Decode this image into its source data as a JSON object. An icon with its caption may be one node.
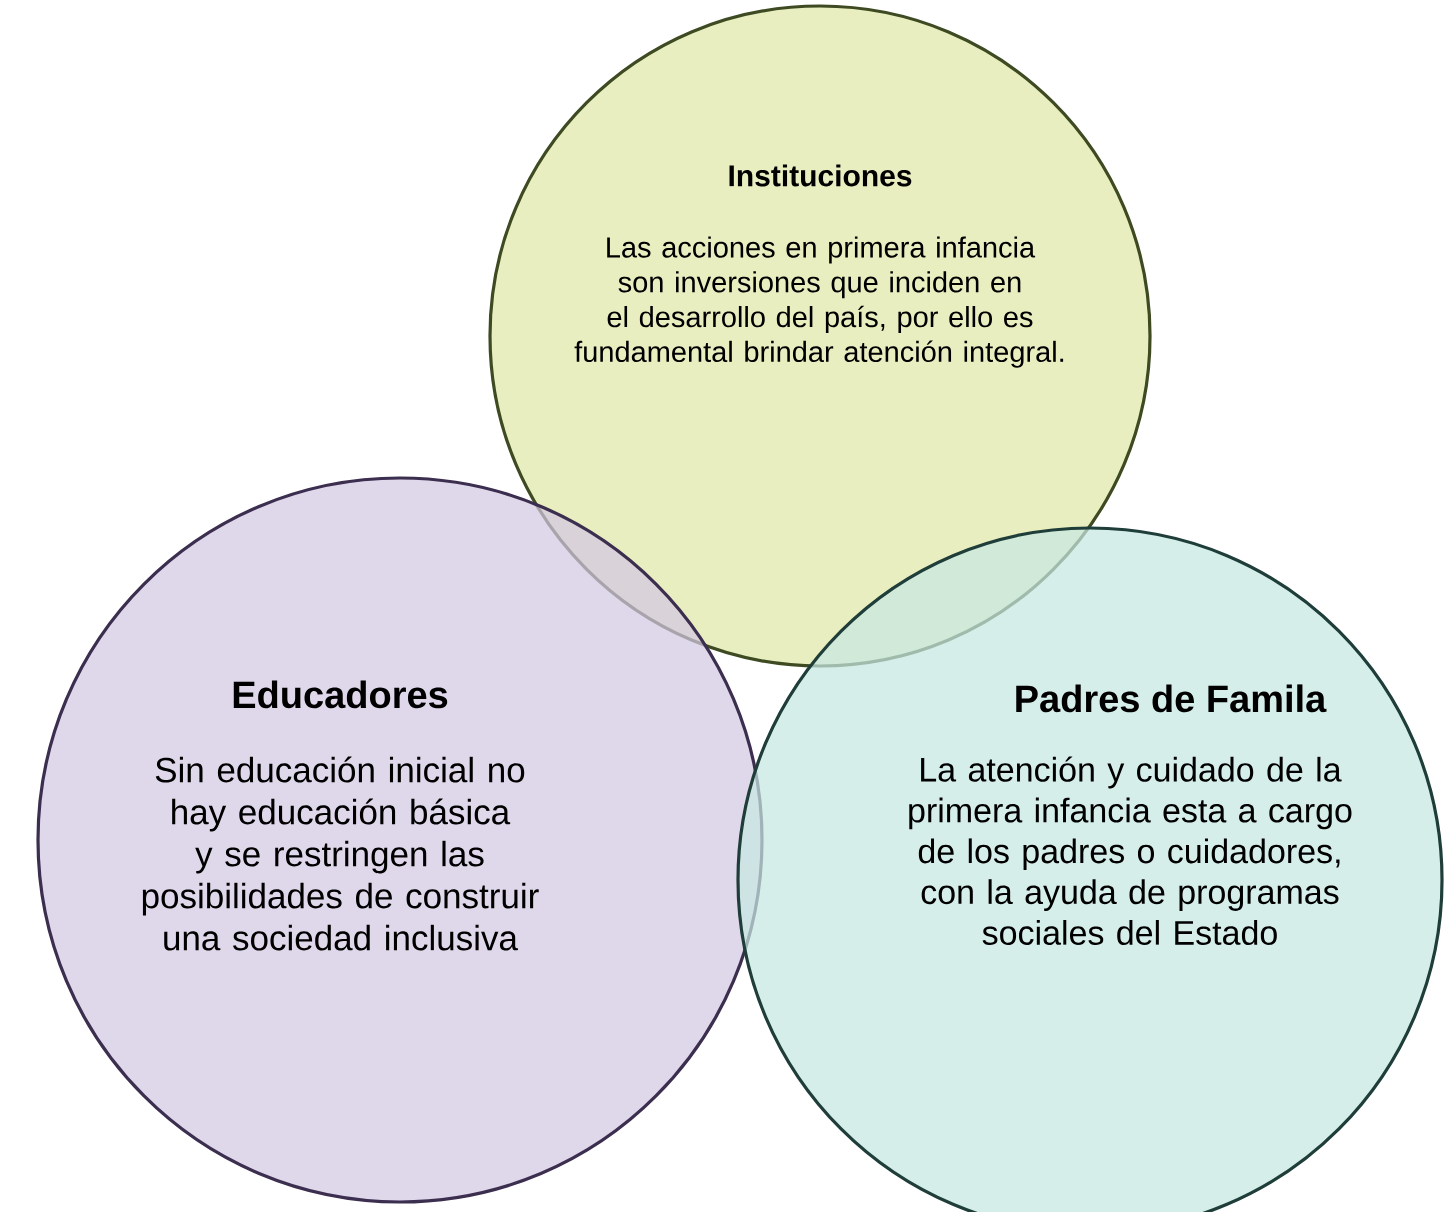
{
  "diagram": {
    "nodes": [
      {
        "text": [
          "Instituciones",
          "Las acciones en primera infancia son inversiones que inciden en el desarrollo del país, por ello es fundamental brindar atención integral."
        ]
      },
      {
        "text": [
          "Educadores",
          "Sin educación inicial no hay educación básica y se restringen las posibilidades de construir una sociedad inclusiva"
        ]
      },
      {
        "text": [
          "Padres de Famila",
          "La atención y cuidado de la primera infancia esta a cargo de los padres o cuidadores, con la ayuda de programas sociales del Estado"
        ]
      }
    ]
  }
}
